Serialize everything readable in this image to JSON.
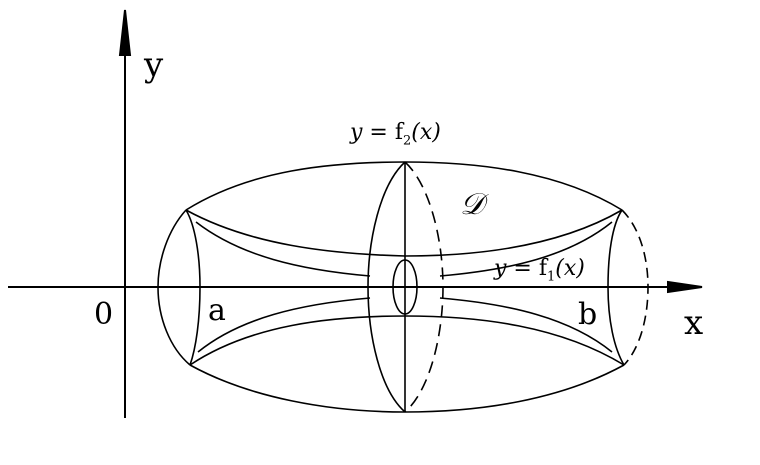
{
  "axes": {
    "x_label": "x",
    "y_label": "y",
    "origin_label": "0"
  },
  "points": {
    "a_label": "a",
    "b_label": "b"
  },
  "curves": {
    "upper_var": "y",
    "upper_eq": " = f",
    "upper_sub": "2",
    "upper_arg": "(x)",
    "lower_var": "y",
    "lower_eq": " = f",
    "lower_sub": "1",
    "lower_arg": "(x)"
  },
  "region_label": "𝒟"
}
